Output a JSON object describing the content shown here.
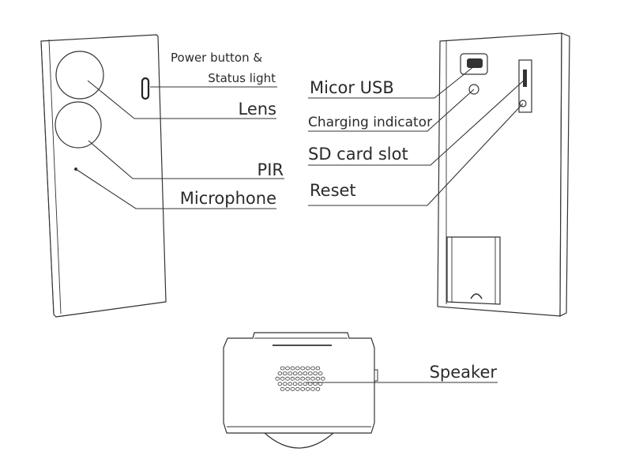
{
  "labels": {
    "power_button_line1": "Power button &",
    "power_button_line2": "Status light",
    "lens": "Lens",
    "pir": "PIR",
    "microphone": "Microphone",
    "micro_usb": "Micor USB",
    "charging_indicator": "Charging indicator",
    "sd_card_slot": "SD card slot",
    "reset": "Reset",
    "speaker": "Speaker"
  }
}
